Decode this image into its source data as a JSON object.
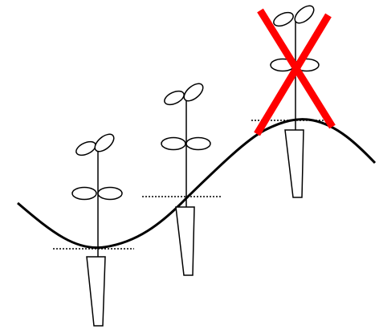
{
  "diagram": {
    "colors": {
      "background": "#ffffff",
      "line": "#000000",
      "cross": "#ff0000"
    },
    "plants": [
      {
        "position": "valley",
        "marked_invalid": false
      },
      {
        "position": "slope",
        "marked_invalid": false
      },
      {
        "position": "peak",
        "marked_invalid": true
      }
    ]
  }
}
